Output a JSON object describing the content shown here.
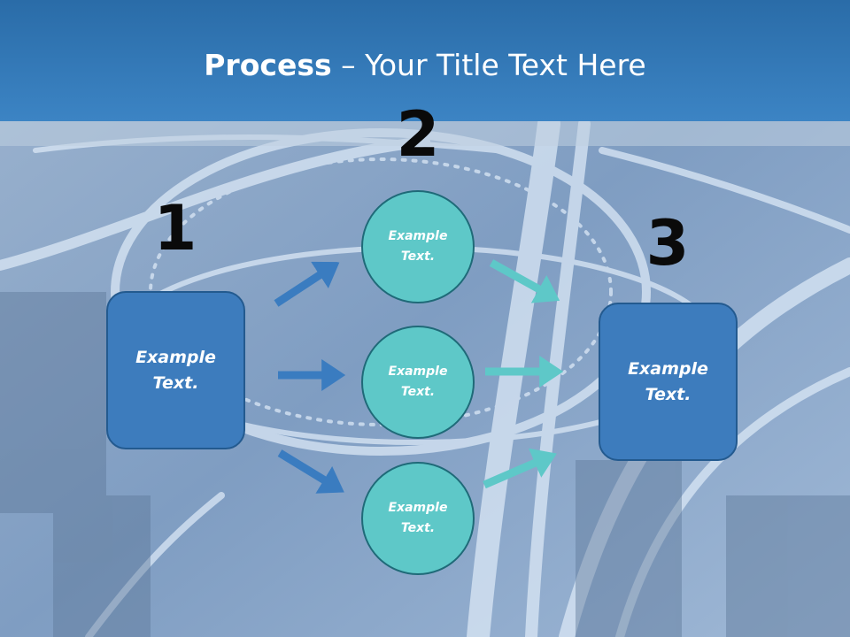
{
  "title": {
    "bold": "Process",
    "rest": " – Your Title Text Here"
  },
  "steps": {
    "one": "1",
    "two": "2",
    "three": "3"
  },
  "left_box": {
    "text": "Example\nText."
  },
  "circles": [
    {
      "text": "Example\nText."
    },
    {
      "text": "Example\nText."
    },
    {
      "text": "Example\nText."
    }
  ],
  "right_box": {
    "text": "Example\nText."
  },
  "colors": {
    "title_band": "#3c84c4",
    "box_fill": "#3d7cbd",
    "circle_fill": "#5ec8c8",
    "arrow_blue": "#3a7cc0",
    "arrow_teal": "#5ec8c8"
  }
}
